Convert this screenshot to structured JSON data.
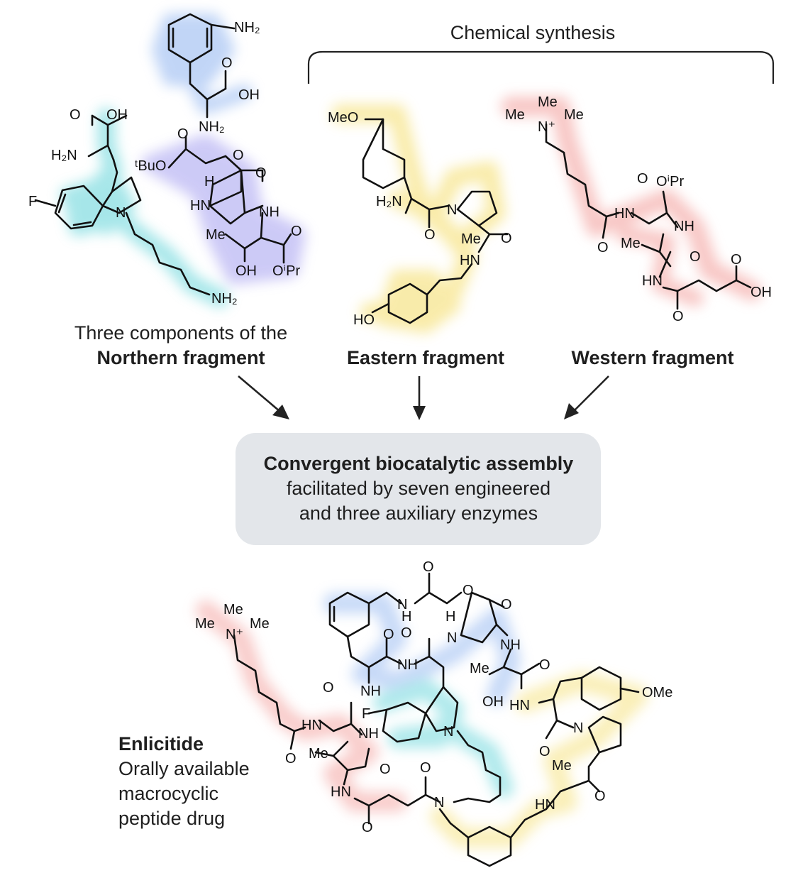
{
  "header": {
    "chemical_synthesis": "Chemical synthesis"
  },
  "northern": {
    "line1": "Three components of the",
    "line2": "Northern fragment"
  },
  "eastern": {
    "label": "Eastern fragment"
  },
  "western": {
    "label": "Western fragment"
  },
  "assembly": {
    "title": "Convergent biocatalytic assembly",
    "line2": "facilitated by seven engineered",
    "line3": "and three auxiliary enzymes"
  },
  "product": {
    "name": "Enlicitide",
    "desc1": "Orally available",
    "desc2": "macrocyclic",
    "desc3": "peptide drug"
  },
  "atoms": {
    "nh2": "NH₂",
    "oh": "OH",
    "o": "O",
    "h2n": "H₂N",
    "f": "F",
    "n": "N",
    "nh": "NH",
    "hn": "HN",
    "me": "Me",
    "meo": "MeO",
    "ome": "OMe",
    "tbuo": "ᵗBuO",
    "oipr": "OⁱPr",
    "nplus": "N⁺",
    "ho": "HO",
    "h": "H"
  },
  "colors": {
    "cyan_glow": "#5fd3d8",
    "blue_glow": "#8fb4f0",
    "yellow_glow": "#f5df72",
    "red_glow": "#f29a96",
    "box_fill": "#e3e6ea",
    "text": "#1f1f1f"
  }
}
